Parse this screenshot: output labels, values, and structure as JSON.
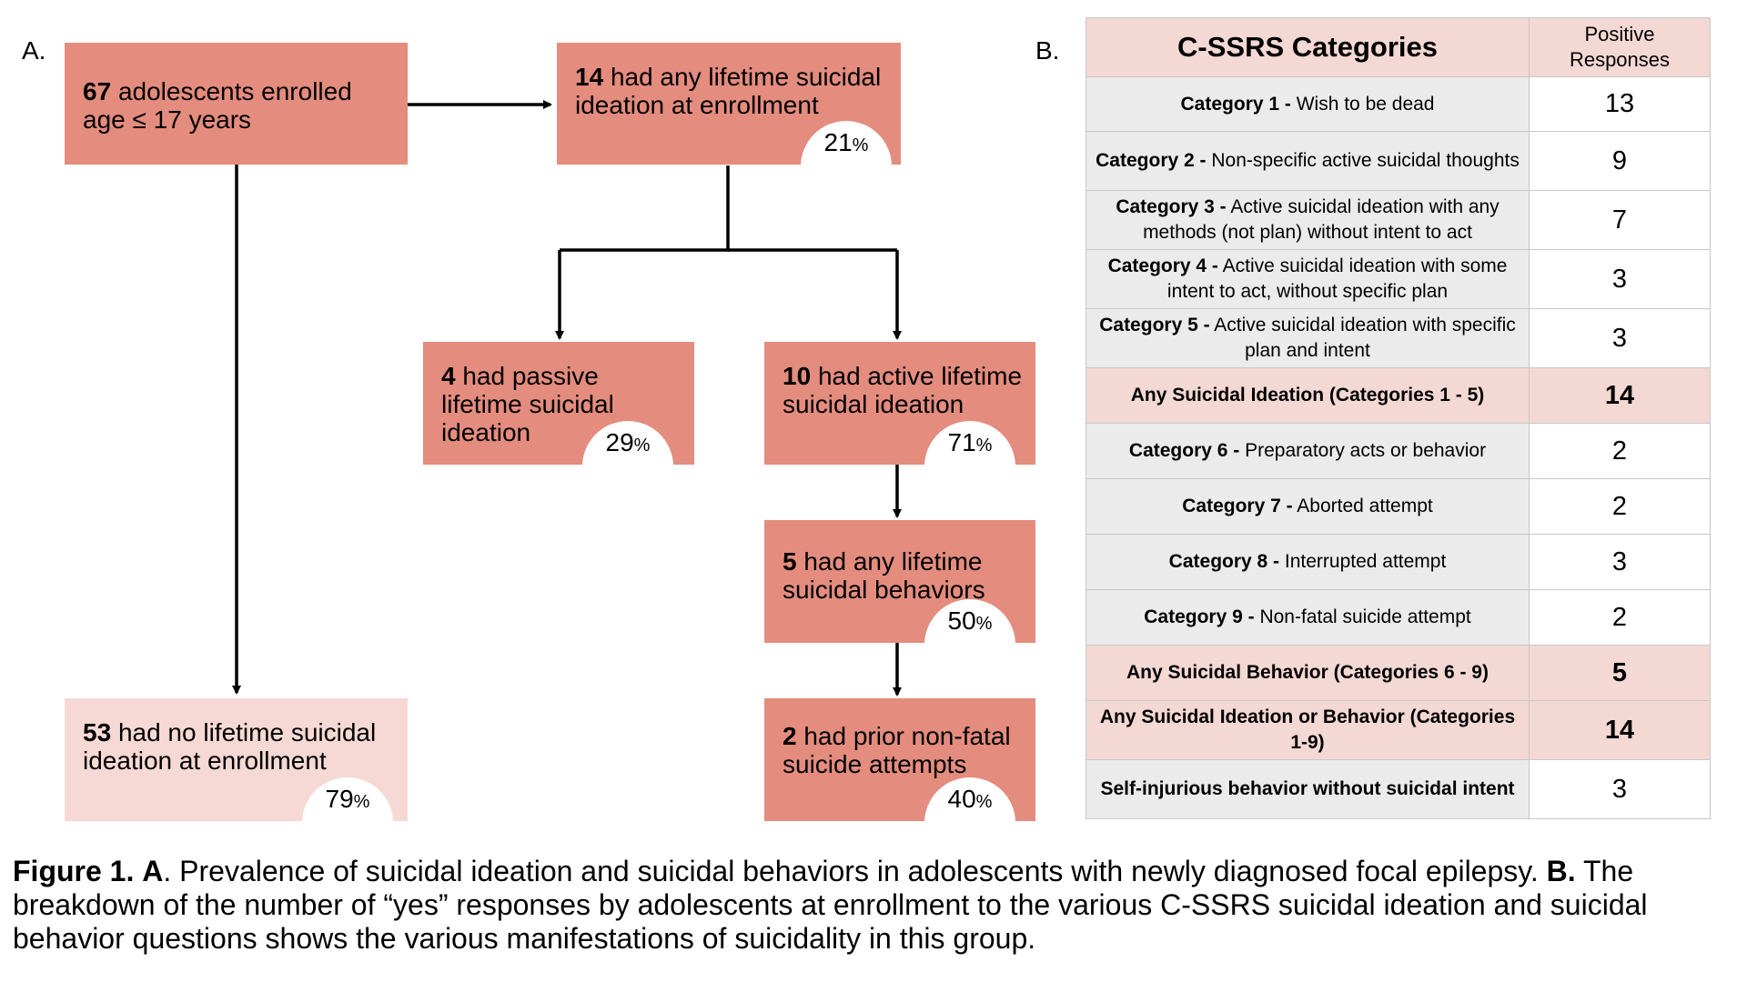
{
  "panel_a": {
    "label": "A.",
    "boxes": {
      "enrolled": {
        "num": "67",
        "rest": "adolescents enrolled age ≤ 17 years",
        "pct": ""
      },
      "any_ideation": {
        "num": "14",
        "rest": "had any lifetime suicidal ideation at enrollment",
        "pct": "21",
        "unit": "%"
      },
      "passive": {
        "num": "4",
        "rest": "had passive lifetime suicidal ideation",
        "pct": "29",
        "unit": "%"
      },
      "active": {
        "num": "10",
        "rest": "had active lifetime suicidal ideation",
        "pct": "71",
        "unit": "%"
      },
      "behaviors": {
        "num": "5",
        "rest": "had any lifetime suicidal behaviors",
        "pct": "50",
        "unit": "%"
      },
      "prior_attempts": {
        "num": "2",
        "rest": "had prior non-fatal suicide attempts",
        "pct": "40",
        "unit": "%"
      },
      "no_ideation": {
        "num": "53",
        "rest": "had no lifetime suicidal ideation at enrollment",
        "pct": "79",
        "unit": "%"
      }
    }
  },
  "panel_b": {
    "label": "B.",
    "header": {
      "category": "C-SSRS Categories",
      "responses": "Positive Responses"
    },
    "rows": [
      {
        "bold": "Category 1 -",
        "text": " Wish to be dead",
        "value": "13",
        "highlight": false
      },
      {
        "bold": "Category 2 -",
        "text": " Non-specific active suicidal thoughts",
        "value": "9",
        "highlight": false
      },
      {
        "bold": "Category 3 -",
        "text": " Active suicidal ideation with any methods (not plan) without intent to act",
        "value": "7",
        "highlight": false
      },
      {
        "bold": "Category 4 -",
        "text": " Active suicidal ideation with some intent to act, without specific plan",
        "value": "3",
        "highlight": false
      },
      {
        "bold": "Category 5 -",
        "text": " Active suicidal ideation with specific plan and intent",
        "value": "3",
        "highlight": false
      },
      {
        "bold": "Any Suicidal Ideation (Categories 1 - 5)",
        "text": "",
        "value": "14",
        "highlight": true
      },
      {
        "bold": "Category 6 -",
        "text": " Preparatory acts or behavior",
        "value": "2",
        "highlight": false
      },
      {
        "bold": "Category 7 -",
        "text": " Aborted attempt",
        "value": "2",
        "highlight": false
      },
      {
        "bold": "Category 8 -",
        "text": " Interrupted attempt",
        "value": "3",
        "highlight": false
      },
      {
        "bold": "Category 9 -",
        "text": " Non-fatal suicide attempt",
        "value": "2",
        "highlight": false
      },
      {
        "bold": "Any Suicidal Behavior (Categories 6 - 9)",
        "text": "",
        "value": "5",
        "highlight": true
      },
      {
        "bold": "Any Suicidal Ideation or Behavior (Categories 1-9)",
        "text": "",
        "value": "14",
        "highlight": true
      },
      {
        "bold": "Self-injurious behavior without suicidal intent",
        "text": "",
        "value": "3",
        "highlight": false
      }
    ]
  },
  "caption": {
    "fig": "Figure 1.",
    "a_label": "A",
    "a_text": ". Prevalence of suicidal ideation and suicidal behaviors in adolescents with newly diagnosed focal epilepsy.",
    "b_label": "B.",
    "b_text": "The breakdown of the number of “yes” responses by adolescents at enrollment to the various C-SSRS suicidal ideation and suicidal behavior questions shows the various manifestations of suicidality in this group."
  }
}
